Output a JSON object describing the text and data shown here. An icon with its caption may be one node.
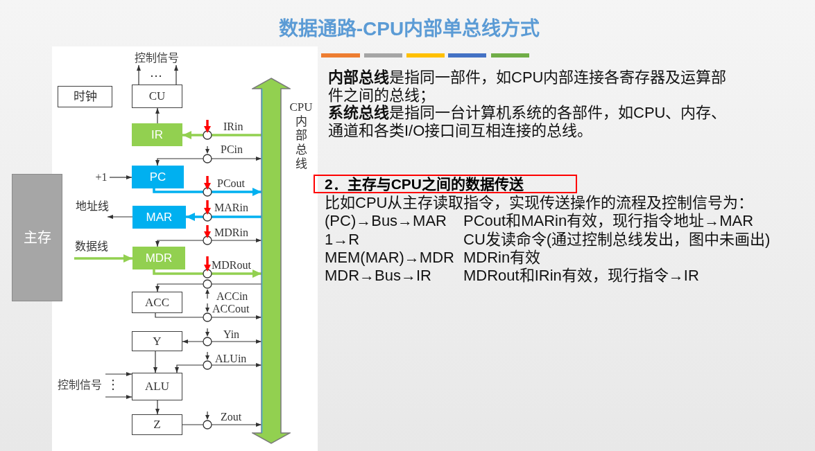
{
  "diagram": {
    "title": "数据通路-CPU内部单总线方式",
    "nodes": [
      {
        "text": [
          "控制信号"
        ]
      },
      {
        "text": [
          "时钟"
        ]
      },
      {
        "text": [
          "CU"
        ]
      },
      {
        "text": [
          "IR"
        ]
      },
      {
        "text": [
          "PC"
        ]
      },
      {
        "text": [
          "+1"
        ]
      },
      {
        "text": [
          "MAR"
        ]
      },
      {
        "text": [
          "MDR"
        ]
      },
      {
        "text": [
          "主存"
        ]
      },
      {
        "text": [
          "ACC"
        ]
      },
      {
        "text": [
          "Y"
        ]
      },
      {
        "text": [
          "ALU"
        ]
      },
      {
        "text": [
          "控制信号"
        ]
      },
      {
        "text": [
          "Z"
        ]
      },
      {
        "text": [
          "CPU内部总线"
        ]
      },
      {
        "text": [
          "2．主存与CPU之间的数据传送"
        ]
      }
    ],
    "edges": [
      {
        "from": 2,
        "to": 0,
        "arrow": "to"
      },
      {
        "from": 2,
        "to": 0,
        "arrow": "to"
      },
      {
        "from": 3,
        "to": 2,
        "arrow": "to"
      },
      {
        "from": 14,
        "to": 3,
        "arrow": "to",
        "label": "IRin",
        "style": "thick",
        "color": "#92d050"
      },
      {
        "from": 14,
        "to": 4,
        "arrow": "both",
        "label": "PCin"
      },
      {
        "from": 5,
        "to": 4,
        "arrow": "to"
      },
      {
        "from": 4,
        "to": 14,
        "arrow": "to",
        "label": "PCout",
        "style": "thick",
        "color": "#00b0f0"
      },
      {
        "from": 14,
        "to": 6,
        "arrow": "to",
        "label": "MARin",
        "style": "thick",
        "color": "#00b0f0"
      },
      {
        "from": 6,
        "to": null,
        "arrow": "to",
        "label": "地址线"
      },
      {
        "from": 14,
        "to": 7,
        "arrow": "both",
        "label": "MDRin"
      },
      {
        "from": null,
        "to": 7,
        "arrow": "to",
        "label": "数据线",
        "style": "thick",
        "color": "#92d050"
      },
      {
        "from": 7,
        "to": 14,
        "arrow": "to",
        "label": "MDRout",
        "style": "thick",
        "color": "#92d050"
      },
      {
        "from": 14,
        "to": 9,
        "arrow": "to",
        "label": "ACCin"
      },
      {
        "from": 9,
        "to": 14,
        "arrow": "to",
        "label": "ACCout"
      },
      {
        "from": 10,
        "to": 14,
        "arrow": "both",
        "label": "Yin"
      },
      {
        "from": 14,
        "to": 11,
        "arrow": "both",
        "label": "ALUin"
      },
      {
        "from": 10,
        "to": 11,
        "arrow": "to"
      },
      {
        "from": 12,
        "to": 11,
        "arrow": "to"
      },
      {
        "from": 12,
        "to": 11,
        "arrow": "to"
      },
      {
        "from": 11,
        "to": 13,
        "arrow": "to"
      },
      {
        "from": 13,
        "to": 14,
        "arrow": "to",
        "label": "Zout"
      }
    ],
    "labels": [
      "…",
      "⋮",
      "**内部总线**是指同一部件，如CPU内部连接各寄存器及运算部件之间的总线；",
      "**系统总线**是指同一台计算机系统的各部件，如CPU、内存、通道和各类I/O接口间互相连接的总线。",
      "比如CPU从主存读取指令，实现传送操作的流程及控制信号为：",
      "(PC)→Bus→MAR",
      "PCout和MARin有效，现行指令地址→MAR",
      "1→R",
      "CU发读命令(通过控制总线发出，图中未画出)",
      "MEM(MAR)→MDR",
      "MDRin有效",
      "MDR→Bus→IR",
      "MDRout和IRin有效，现行指令→IR"
    ]
  }
}
